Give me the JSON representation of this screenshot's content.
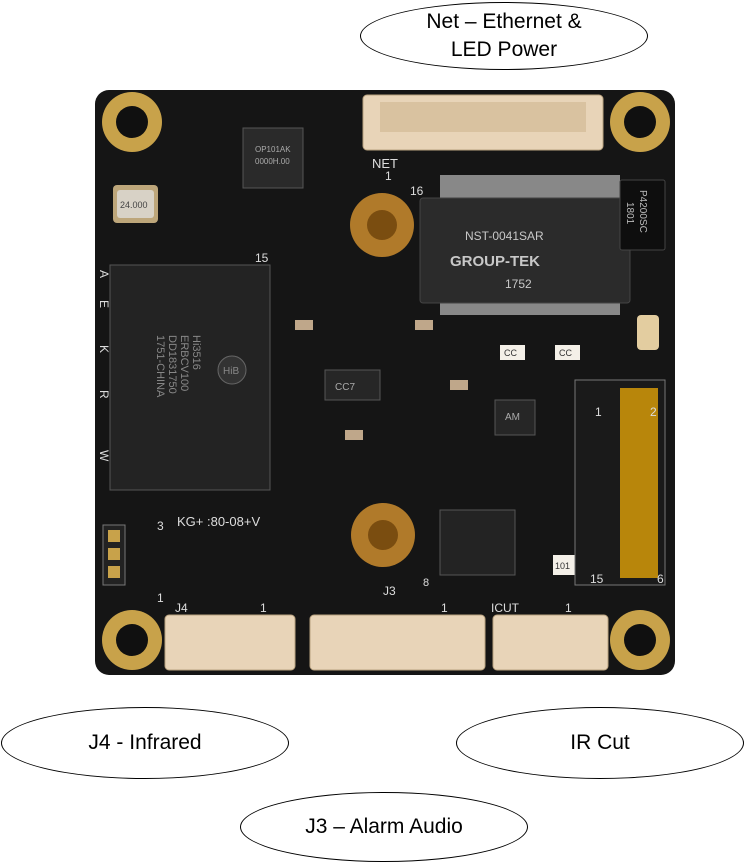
{
  "callouts": {
    "net": {
      "line1": "Net – Ethernet &",
      "line2": "LED Power"
    },
    "j4": "J4 - Infrared",
    "ircut": "IR Cut",
    "j3": "J3 – Alarm Audio"
  },
  "board": {
    "silkscreen": {
      "net": "NET",
      "pin1_net": "1",
      "pin16": "16",
      "pin15_soc": "15",
      "j4": "J4",
      "j3": "J3",
      "icut": "ICUT",
      "kg": "KG+ :80-08+V",
      "pin3": "3",
      "pin1_left": "1",
      "pin1_right": "1",
      "pin2_right": "2",
      "pin15_right": "15",
      "pin6_right": "6",
      "pin8": "8",
      "pin1_j4": "1",
      "pin1_j3": "1",
      "pin1_icut": "1",
      "letters": [
        "A",
        "E",
        "K",
        "R",
        "W"
      ]
    },
    "chips": {
      "soc": [
        "Hi3516",
        "ERBCV100",
        "DD1831750",
        "1751-CHINA"
      ],
      "soc_logo": "HiB",
      "transformer": [
        "NST-0041SAR",
        "GROUP-TEK",
        "1752"
      ],
      "qfn": [
        "OP101AK",
        "0000H.00"
      ],
      "crystal": "24.000",
      "fuse": [
        "P4200SC",
        "1801"
      ],
      "cap_label": "CC7",
      "resistor": "101",
      "mos": "AM",
      "cc1": "CC",
      "cc2": "CC"
    },
    "colors": {
      "pcb": "#151515",
      "pad": "#c8a24a",
      "connector": "#e8d4b8",
      "copper": "#b07a2a"
    }
  }
}
